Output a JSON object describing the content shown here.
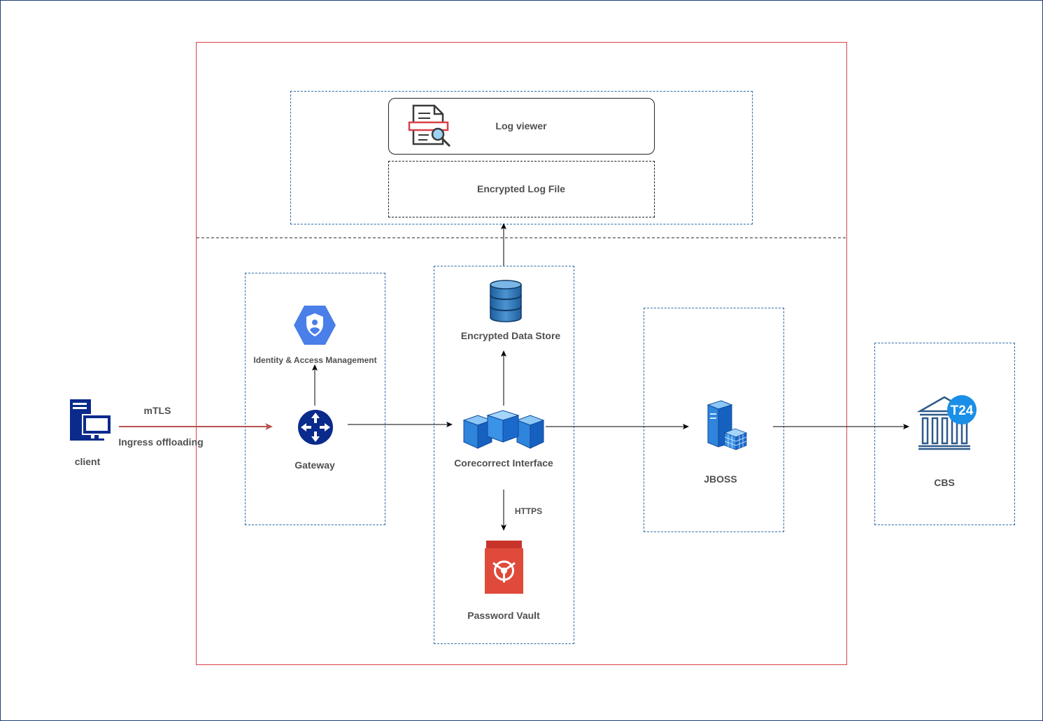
{
  "labels": {
    "log_viewer": "Log viewer",
    "encrypted_log_file": "Encrypted Log File",
    "identity_access": "Identity & Access Management",
    "encrypted_data_store": "Encrypted Data Store",
    "mtls": "mTLS",
    "ingress": "Ingress offloading",
    "client": "client",
    "gateway": "Gateway",
    "corecorrect": "Corecorrect Interface",
    "jboss": "JBOSS",
    "cbs": "CBS",
    "https": "HTTPS",
    "password_vault": "Password Vault",
    "t24": "T24"
  },
  "colors": {
    "outer_border": "#d9414b",
    "dashed_border": "#2f6ca8",
    "arrow": "#000000",
    "mtls_arrow": "#b85450",
    "navy_icon": "#0a2a8c",
    "iam_hex": "#4a7ee8",
    "vault_red": "#e04a3a"
  }
}
